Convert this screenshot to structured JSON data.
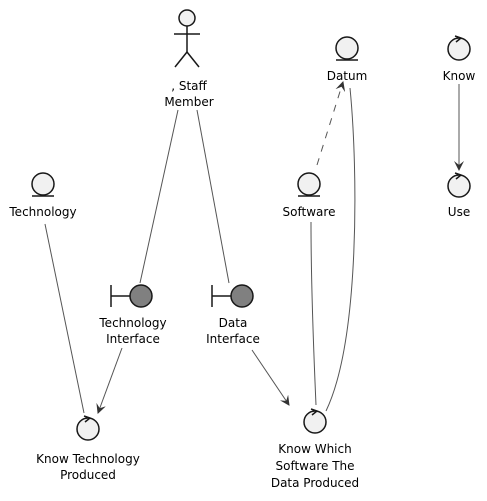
{
  "diagram": {
    "colors": {
      "stroke": "#181818",
      "entity_fill": "#F1F1F1",
      "boundary_fill": "#808080",
      "edge": "#555555",
      "text": "#000000",
      "background": "#FFFFFF"
    },
    "nodes": {
      "staff_member": {
        "kind": "actor",
        "label_line1": ", Staff",
        "label_line2": "Member"
      },
      "datum": {
        "kind": "entity",
        "label": "Datum"
      },
      "know": {
        "kind": "control",
        "label": "Know"
      },
      "technology": {
        "kind": "entity",
        "label": "Technology"
      },
      "software": {
        "kind": "entity",
        "label": "Software"
      },
      "use": {
        "kind": "control",
        "label": "Use"
      },
      "technology_interface": {
        "kind": "boundary",
        "label_line1": "Technology",
        "label_line2": "Interface"
      },
      "data_interface": {
        "kind": "boundary",
        "label_line1": "Data",
        "label_line2": "Interface"
      },
      "know_technology_produced": {
        "kind": "control",
        "label_line1": "Know Technology",
        "label_line2": "Produced"
      },
      "know_which_software": {
        "kind": "control",
        "label_line1": "Know Which",
        "label_line2": "Software The",
        "label_line3": "Data Produced"
      }
    },
    "edges": [
      {
        "from": "staff_member",
        "to": "technology_interface",
        "style": "solid",
        "arrow": false
      },
      {
        "from": "staff_member",
        "to": "data_interface",
        "style": "solid",
        "arrow": false
      },
      {
        "from": "software",
        "to": "datum",
        "style": "dashed",
        "arrow": true
      },
      {
        "from": "know",
        "to": "use",
        "style": "solid",
        "arrow": true
      },
      {
        "from": "technology",
        "to": "know_technology_produced",
        "style": "solid",
        "arrow": false
      },
      {
        "from": "technology_interface",
        "to": "know_technology_produced",
        "style": "solid",
        "arrow": true
      },
      {
        "from": "data_interface",
        "to": "know_which_software",
        "style": "solid",
        "arrow": true
      },
      {
        "from": "software",
        "to": "know_which_software",
        "style": "solid",
        "arrow": false
      },
      {
        "from": "datum",
        "to": "know_which_software",
        "style": "solid",
        "arrow": false
      }
    ]
  }
}
